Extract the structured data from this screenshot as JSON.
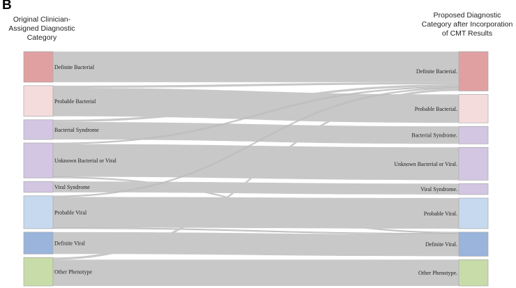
{
  "panel_label": "B",
  "headers": {
    "left": "Original Clinician-Assigned Diagnostic Category",
    "right": "Proposed Diagnostic Category after Incorporation of CMT Results"
  },
  "colors": {
    "link": "#c8c8c8",
    "node_stroke": "#a8a8a8"
  },
  "nodes": {
    "left": [
      {
        "id": "L-def-bact",
        "label": "Definite Bacterial",
        "value": 14,
        "color": "#e0a0a2"
      },
      {
        "id": "L-prob-bact",
        "label": "Probable Bacterial",
        "value": 14,
        "color": "#f5dcdc"
      },
      {
        "id": "L-bact-syn",
        "label": "Bacterial Syndrome",
        "value": 9,
        "color": "#d3c6e2"
      },
      {
        "id": "L-unk",
        "label": "Unknown Bacterial or Viral",
        "value": 16,
        "color": "#d3c6e2"
      },
      {
        "id": "L-viral-syn",
        "label": "Viral Syndrome",
        "value": 5,
        "color": "#d3c6e2"
      },
      {
        "id": "L-prob-viral",
        "label": "Probable Viral",
        "value": 15,
        "color": "#c6d9ef"
      },
      {
        "id": "L-def-viral",
        "label": "Definite Viral",
        "value": 10,
        "color": "#9ab4db"
      },
      {
        "id": "L-other",
        "label": "Other Phenotype",
        "value": 13,
        "color": "#c7dca8"
      }
    ],
    "right": [
      {
        "id": "R-def-bact",
        "label": "Definite Bacterial.",
        "value": 18,
        "color": "#e0a0a2"
      },
      {
        "id": "R-prob-bact",
        "label": "Probable Bacterial.",
        "value": 13,
        "color": "#f5dcdc"
      },
      {
        "id": "R-bact-syn",
        "label": "Bacterial Syndrome.",
        "value": 8,
        "color": "#d3c6e2"
      },
      {
        "id": "R-unk",
        "label": "Unknown Bacterial or Viral.",
        "value": 15,
        "color": "#d3c6e2"
      },
      {
        "id": "R-viral-syn",
        "label": "Viral Syndrome.",
        "value": 5,
        "color": "#d3c6e2"
      },
      {
        "id": "R-prob-viral",
        "label": "Probable Viral.",
        "value": 14,
        "color": "#c6d9ef"
      },
      {
        "id": "R-def-viral",
        "label": "Definite Viral.",
        "value": 11,
        "color": "#9ab4db"
      },
      {
        "id": "R-other",
        "label": "Other Phenotype.",
        "value": 12,
        "color": "#c7dca8"
      }
    ]
  },
  "links": [
    {
      "source": "L-def-bact",
      "target": "R-def-bact",
      "value": 14
    },
    {
      "source": "L-prob-bact",
      "target": "R-def-bact",
      "value": 1
    },
    {
      "source": "L-prob-bact",
      "target": "R-prob-bact",
      "value": 13
    },
    {
      "source": "L-bact-syn",
      "target": "R-def-bact",
      "value": 1
    },
    {
      "source": "L-bact-syn",
      "target": "R-bact-syn",
      "value": 8
    },
    {
      "source": "L-unk",
      "target": "R-def-bact",
      "value": 0.5
    },
    {
      "source": "L-unk",
      "target": "R-unk",
      "value": 15
    },
    {
      "source": "L-unk",
      "target": "R-def-viral",
      "value": 0.5
    },
    {
      "source": "L-viral-syn",
      "target": "R-viral-syn",
      "value": 5
    },
    {
      "source": "L-prob-viral",
      "target": "R-def-bact",
      "value": 0.5
    },
    {
      "source": "L-prob-viral",
      "target": "R-prob-viral",
      "value": 14
    },
    {
      "source": "L-prob-viral",
      "target": "R-def-viral",
      "value": 0.5
    },
    {
      "source": "L-def-viral",
      "target": "R-def-viral",
      "value": 10
    },
    {
      "source": "L-other",
      "target": "R-def-bact",
      "value": 1
    },
    {
      "source": "L-other",
      "target": "R-other",
      "value": 12
    }
  ]
}
